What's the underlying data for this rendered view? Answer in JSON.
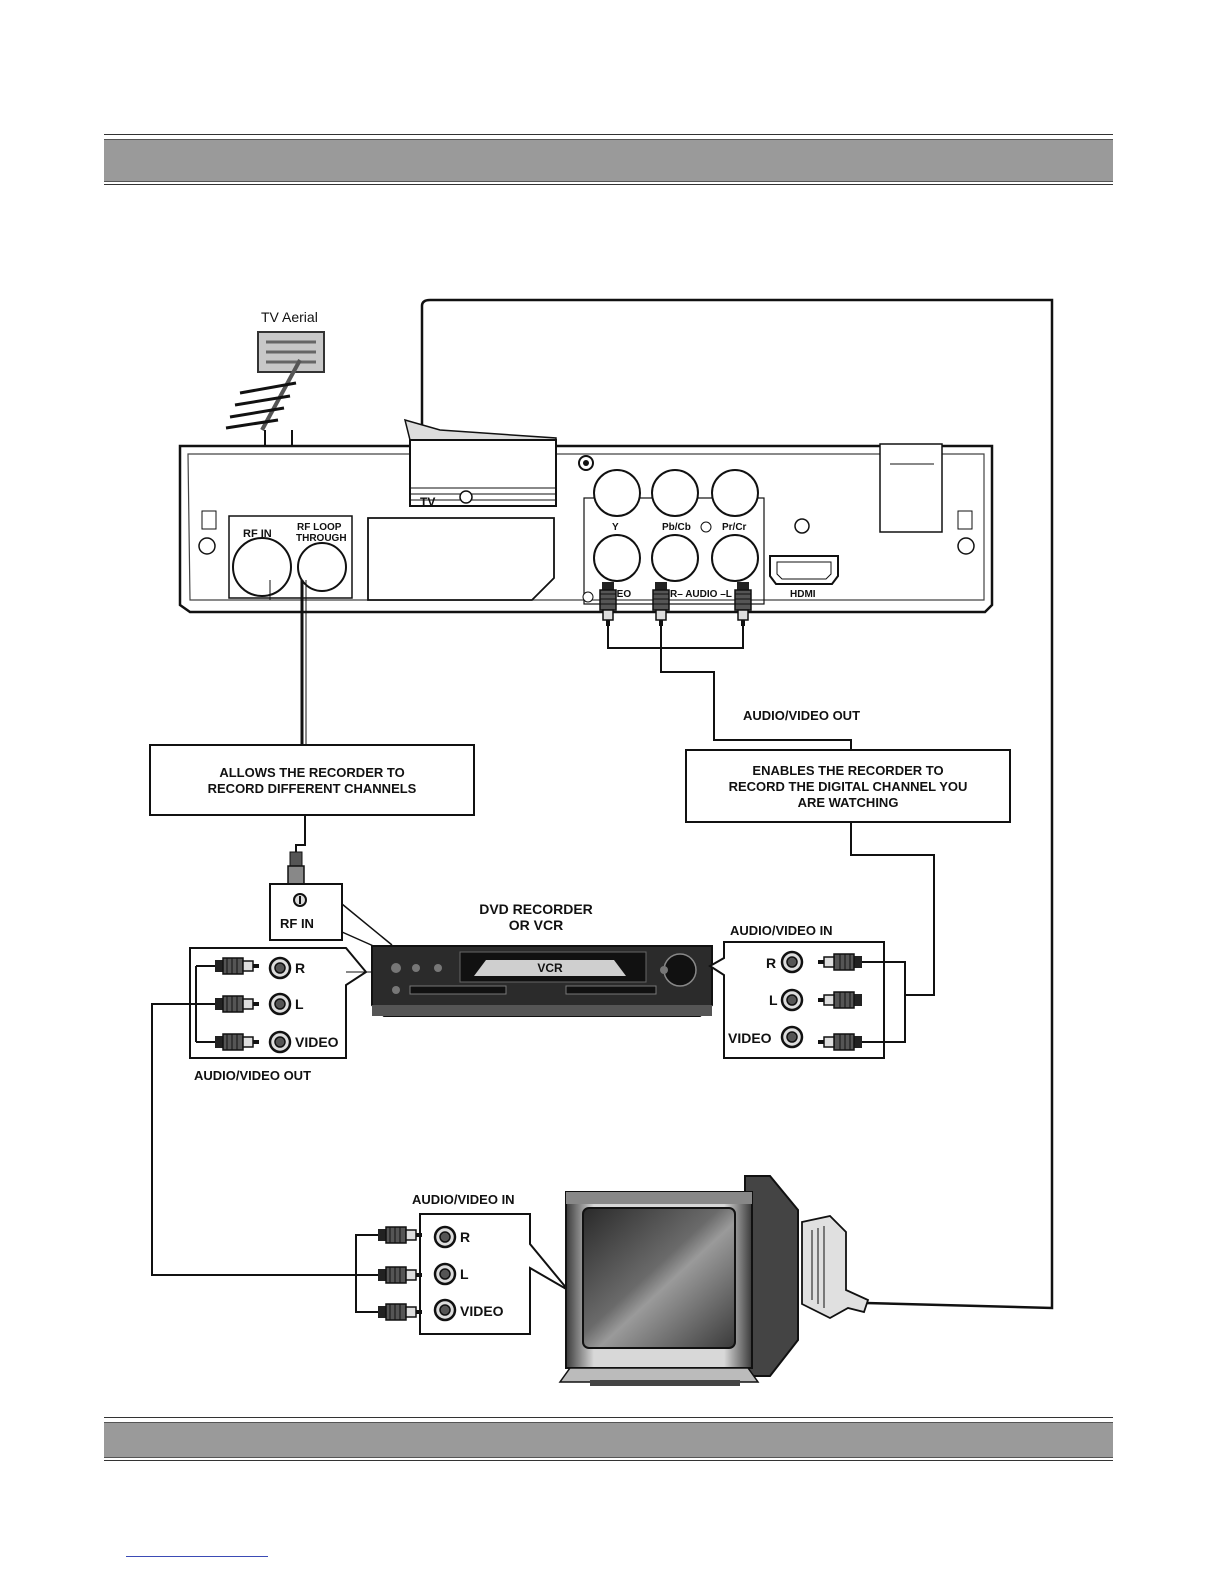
{
  "labels": {
    "tv_aerial": "TV Aerial",
    "tv_scart": "TV",
    "rf_in": "RF  IN",
    "rf_loop_1": "RF  LOOP",
    "rf_loop_2": "THROUGH",
    "y": "Y",
    "pb_cb": "Pb/Cb",
    "pr_cr": "Pr/Cr",
    "video": "VIDEO",
    "audio": "R– AUDIO –L",
    "hdmi": "HDMI",
    "av_out_top": "AUDIO/VIDEO OUT",
    "box_left_1": "ALLOWS THE RECORDER TO",
    "box_left_2": "RECORD DIFFERENT CHANNELS",
    "box_right_1": "ENABLES THE RECORDER TO",
    "box_right_2": "RECORD THE DIGITAL CHANNEL YOU",
    "box_right_3": "ARE WATCHING",
    "dvd_1": "DVD RECORDER",
    "dvd_2": "OR VCR",
    "vcr_badge": "VCR",
    "rec_rf_in": "RF IN",
    "rec_av_in": "AUDIO/VIDEO IN",
    "rec_av_out": "AUDIO/VIDEO OUT",
    "r": "R",
    "l": "L",
    "vid": "VIDEO",
    "tv_av_in": "AUDIO/VIDEO IN"
  }
}
